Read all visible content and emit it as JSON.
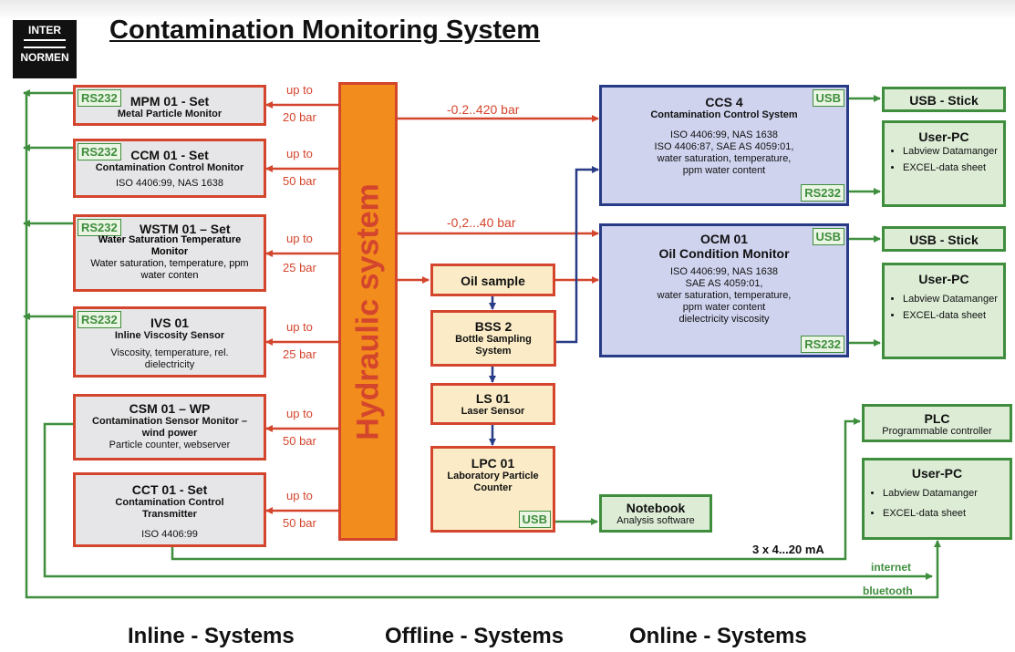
{
  "title": "Contamination Monitoring System",
  "logo": {
    "line1": "INTER",
    "line2": "NORMEN"
  },
  "hydraulic_label": "Hydraulic system",
  "tags": {
    "rs232": "RS232",
    "usb": "USB"
  },
  "colors": {
    "red": "#d4452d",
    "blue": "#283b86",
    "green": "#3f8e3d",
    "orange": "#f28c1c"
  },
  "inline_devices": [
    {
      "title": "MPM 01 - Set",
      "subtitle": "Metal Particle Monitor",
      "desc": "",
      "pressure_top": "up to",
      "pressure_bottom": "20 bar"
    },
    {
      "title": "CCM 01 - Set",
      "subtitle": "Contamination Control Monitor",
      "desc": "ISO 4406:99, NAS 1638",
      "pressure_top": "up to",
      "pressure_bottom": "50 bar"
    },
    {
      "title": "WSTM 01 – Set",
      "subtitle": "Water Saturation Temperature Monitor",
      "desc": "Water saturation, temperature, ppm water conten",
      "pressure_top": "up to",
      "pressure_bottom": "25 bar"
    },
    {
      "title": "IVS 01",
      "subtitle": "Inline Viscosity Sensor",
      "desc": "Viscosity, temperature, rel. dielectricity",
      "pressure_top": "up to",
      "pressure_bottom": "25 bar"
    },
    {
      "title": "CSM 01 – WP",
      "subtitle": "Contamination Sensor Monitor – wind power",
      "desc": "Particle counter, webserver",
      "pressure_top": "up to",
      "pressure_bottom": "50 bar"
    },
    {
      "title": "CCT 01 - Set",
      "subtitle": "Contamination Control Transmitter",
      "desc": "ISO 4406:99",
      "pressure_top": "up to",
      "pressure_bottom": "50 bar"
    }
  ],
  "offline": {
    "oil_sample": "Oil sample",
    "bss": {
      "title": "BSS 2",
      "subtitle": "Bottle Sampling System"
    },
    "ls": {
      "title": "LS 01",
      "subtitle": "Laser Sensor"
    },
    "lpc": {
      "title": "LPC 01",
      "subtitle": "Laboratory Particle Counter"
    },
    "notebook": {
      "title": "Notebook",
      "subtitle": "Analysis software"
    }
  },
  "online": {
    "ccs": {
      "title": "CCS 4",
      "subtitle": "Contamination Control System",
      "lines": [
        "ISO 4406:99, NAS 1638",
        "ISO 4406:87, SAE AS 4059:01,",
        "water saturation, temperature,",
        "ppm water content"
      ],
      "range": "-0.2..420 bar"
    },
    "ocm": {
      "title": "OCM 01",
      "subtitle": "Oil Condition Monitor",
      "lines": [
        "ISO 4406:99, NAS 1638",
        "SAE AS 4059:01,",
        "water saturation, temperature,",
        "ppm water content",
        "dielectricity  viscosity"
      ],
      "range": "-0,2...40 bar"
    }
  },
  "usb_stick": "USB - Stick",
  "user_pc": {
    "title": "User-PC",
    "item1": "Labview Datamanger",
    "item2": "EXCEL-data sheet"
  },
  "user_pc_bottom": {
    "title": "User-PC",
    "item1": "Labview   Datamanger",
    "item2": "EXCEL-data sheet"
  },
  "plc": {
    "title": "PLC",
    "subtitle": "Programmable controller"
  },
  "connections": {
    "analog": "3 x 4...20 mA",
    "internet": "internet",
    "bluetooth": "bluetooth"
  },
  "footer": {
    "inline": "Inline - Systems",
    "offline": "Offline - Systems",
    "online": "Online - Systems"
  }
}
